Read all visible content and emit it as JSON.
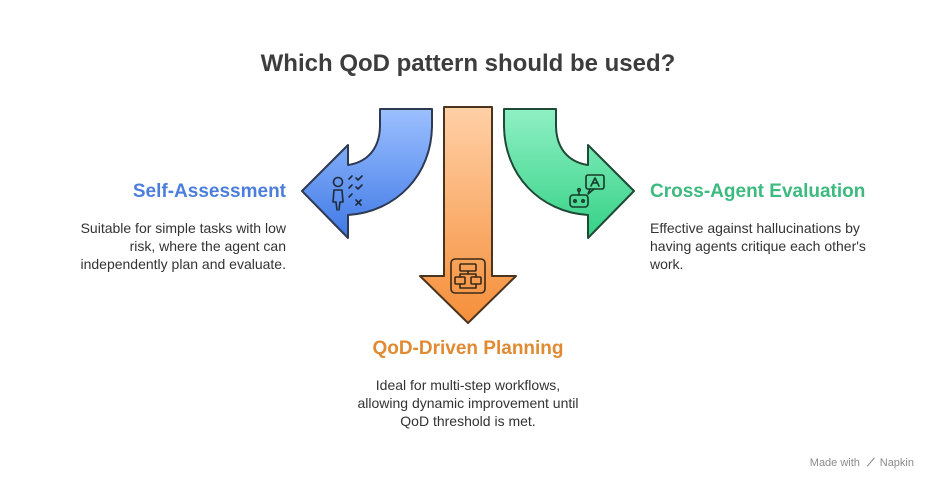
{
  "title": "Which QoD pattern should be used?",
  "branches": {
    "left": {
      "heading": "Self-Assessment",
      "lines": [
        "Suitable for simple tasks with low",
        "risk, where the agent can",
        "independently plan and evaluate."
      ],
      "icon": "person-checklist-icon",
      "color": "#6b9af0"
    },
    "center": {
      "heading": "QoD-Driven Planning",
      "lines": [
        "Ideal for multi-step workflows,",
        "allowing dynamic improvement until",
        "QoD threshold is met."
      ],
      "icon": "flowchart-icon",
      "color": "#f8a45c"
    },
    "right": {
      "heading": "Cross-Agent Evaluation",
      "lines": [
        "Effective against hallucinations by",
        "having agents critique each other's",
        "work."
      ],
      "icon": "robot-chat-icon",
      "color": "#5fe3a1"
    }
  },
  "credit": {
    "prefix": "Made with",
    "brand": "Napkin"
  }
}
